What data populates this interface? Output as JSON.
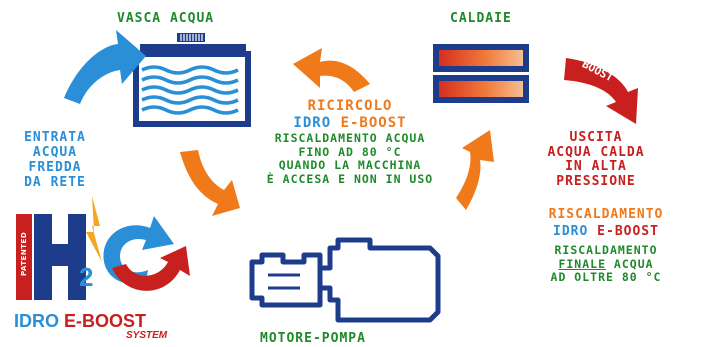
{
  "labels": {
    "vasca": "VASCA ACQUA",
    "caldaie": "CALDAIE",
    "entrata": [
      "ENTRATA",
      "ACQUA",
      "FREDDA",
      "DA RETE"
    ],
    "ricircolo_title": "RICIRCOLO",
    "ricircolo_brand_a": "IDRO ",
    "ricircolo_brand_b": "E-BOOST",
    "ricircolo_body": [
      "RISCALDAMENTO ACQUA",
      "FINO AD 80 °C",
      "QUANDO LA MACCHINA",
      "È ACCESA E NON IN USO"
    ],
    "uscita": [
      "USCITA",
      "ACQUA CALDA",
      "IN ALTA",
      "PRESSIONE"
    ],
    "risc_title": "RISCALDAMENTO",
    "risc_brand_a": "IDRO ",
    "risc_brand_b": "E-BOOST",
    "risc_body_1": "RISCALDAMENTO",
    "risc_body_2a": "FINALE",
    "risc_body_2b": " ACQUA",
    "risc_body_3": "AD OLTRE 80 °C",
    "motore": "MOTORE-POMPA",
    "boost": "BOOST",
    "logo_patented": "PATENTED",
    "logo_h": "H",
    "logo_2": "2",
    "logo_idro": "IDRO ",
    "logo_eboost": "E-BOOST",
    "logo_system": "SYSTEM"
  },
  "colors": {
    "green": "#1f8a2a",
    "blue": "#2a8fd6",
    "orange": "#f07a1a",
    "red": "#c8201e",
    "navy": "#1d3c8c"
  }
}
